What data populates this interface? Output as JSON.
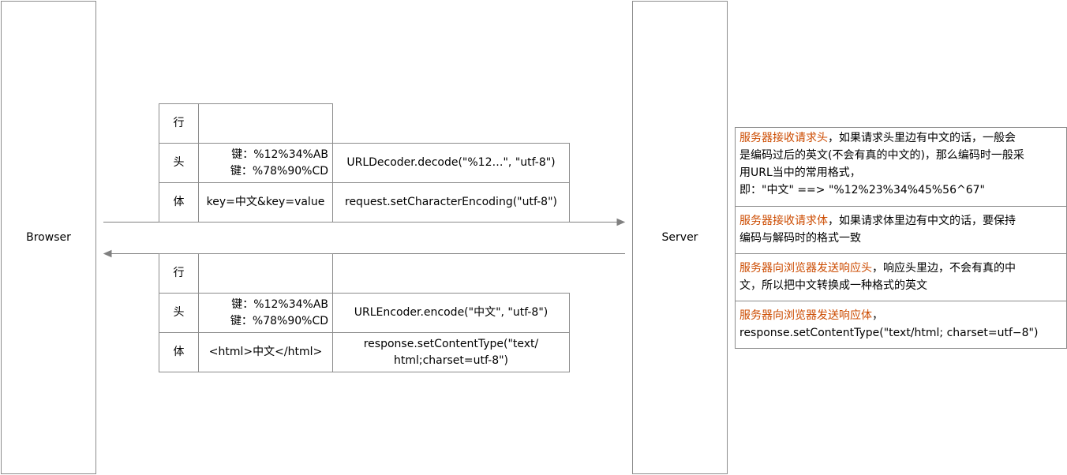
{
  "actors": {
    "browser": "Browser",
    "server": "Server"
  },
  "request_table": {
    "rows": [
      {
        "label": "行",
        "value_lines": [],
        "method": ""
      },
      {
        "label": "头",
        "value_lines": [
          "键：%12%34%AB",
          "键：%78%90%CD"
        ],
        "method": "URLDecoder.decode(\"%12…\", \"utf-8\")"
      },
      {
        "label": "体",
        "value_lines": [
          "key=中文&key=value"
        ],
        "method": "request.setCharacterEncoding(\"utf-8\")"
      }
    ]
  },
  "response_table": {
    "rows": [
      {
        "label": "行",
        "value_lines": [],
        "method_lines": []
      },
      {
        "label": "头",
        "value_lines": [
          "键：%12%34%AB",
          "键：%78%90%CD"
        ],
        "method_lines": [
          "URLEncoder.encode(\"中文\", \"utf-8\")"
        ]
      },
      {
        "label": "体",
        "value_lines": [
          "<html>中文</html>"
        ],
        "method_lines": [
          "response.setContentType(\"text/",
          "html;charset=utf-8\")"
        ]
      }
    ]
  },
  "notes": [
    {
      "highlight": "服务器接收请求头",
      "lines": [
        "，如果请求头里边有中文的话，一般会",
        "是编码过后的英文(不会有真的中文的)，那么编码时一般采",
        "用URL当中的常用格式，",
        "即：\"中文\" ==> \"%12%23%34%45%56^67\""
      ]
    },
    {
      "highlight": "服务器接收请求体",
      "lines": [
        "，如果请求体里边有中文的话，要保持",
        "编码与解码时的格式一致"
      ]
    },
    {
      "highlight": "服务器向浏览器发送响应头",
      "lines": [
        "，响应头里边，不会有真的中",
        "文，所以把中文转换成一种格式的英文"
      ]
    },
    {
      "highlight": "服务器向浏览器发送响应体",
      "lines": [
        "，",
        "response.setContentType(\"text/html; charset=utf−8\")"
      ]
    }
  ],
  "colors": {
    "highlight": "#cc4b00",
    "border": "#8c8c8c",
    "arrow": "#808080"
  }
}
